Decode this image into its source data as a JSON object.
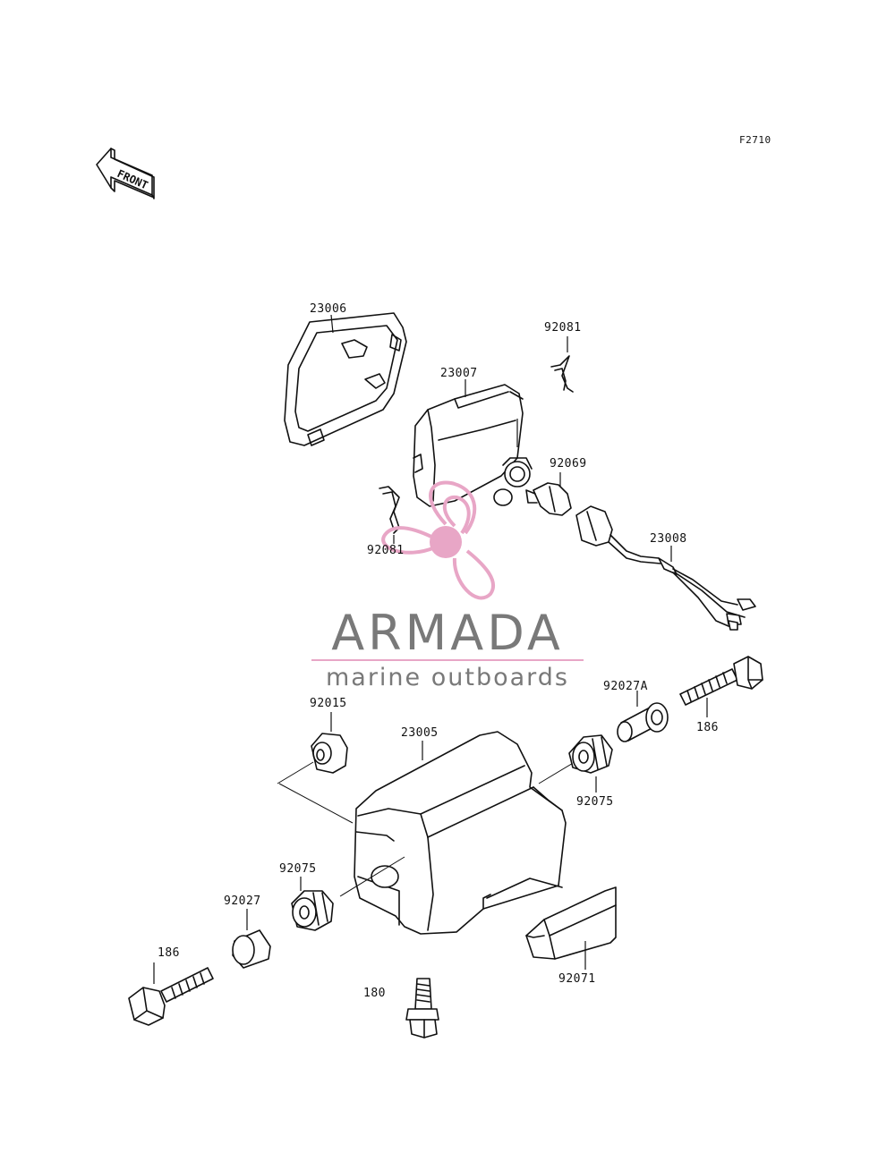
{
  "figure_code": "F2710",
  "front_arrow_text": "FRONT",
  "watermark": {
    "brand": "ARMADA",
    "tagline": "marine outboards",
    "pink_color": "#e8a6c6",
    "gray_color": "#6b6b6b"
  },
  "callouts": {
    "c23006": "23006",
    "c23007": "23007",
    "c92081_top": "92081",
    "c92069": "92069",
    "c92081_left": "92081",
    "c23008": "23008",
    "c92027A": "92027A",
    "c186_right": "186",
    "c92015": "92015",
    "c23005": "23005",
    "c92075_right": "92075",
    "c92075_left": "92075",
    "c92027": "92027",
    "c186_left": "186",
    "c180": "180",
    "c92071": "92071"
  }
}
